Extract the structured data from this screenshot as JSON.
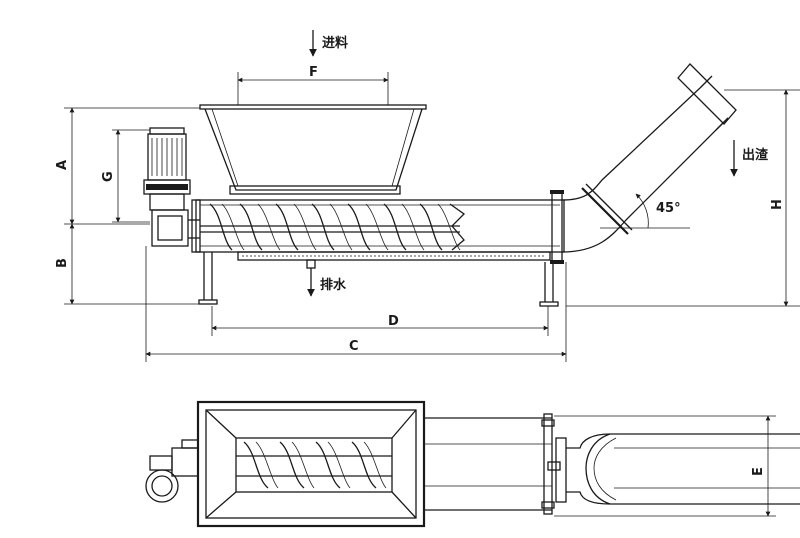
{
  "labels": {
    "feed_in": "进料",
    "discharge": "出渣",
    "drain": "排水",
    "angle": "45°",
    "dim_a": "A",
    "dim_b": "B",
    "dim_c": "C",
    "dim_d": "D",
    "dim_e": "E",
    "dim_f": "F",
    "dim_g": "G",
    "dim_h": "H"
  }
}
